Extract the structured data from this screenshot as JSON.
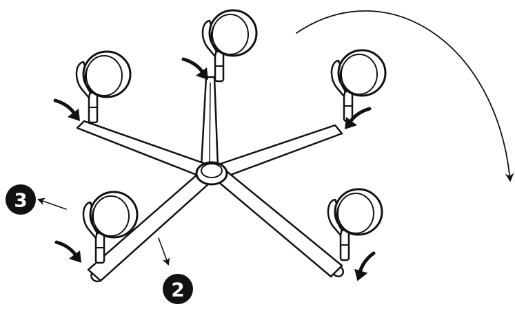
{
  "diagram": {
    "steps": [
      {
        "label": "3"
      },
      {
        "label": "2"
      }
    ],
    "colors": {
      "ink": "#111111",
      "paper": "#ffffff",
      "badge": "#111111"
    },
    "icons": [
      "caster-wheel",
      "press-arrow",
      "direction-arrow",
      "rotation-arrow"
    ]
  }
}
